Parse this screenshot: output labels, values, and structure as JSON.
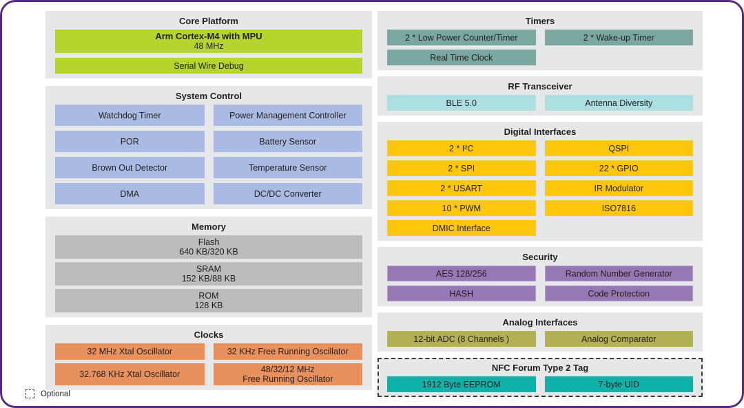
{
  "colors": {
    "frame_border": "#562a86",
    "section_bg": "#e6e7e8",
    "core_green": "#b5d42e",
    "system_blue": "#a9bbe2",
    "memory_gray": "#babcbe",
    "clocks_orange": "#e8915c",
    "timers_teal": "#7aa8a1",
    "rf_cyan": "#abdfe1",
    "digital_yellow": "#fcc60a",
    "security_purple": "#9678b5",
    "analog_olive": "#b2b153",
    "nfc_teal": "#0fb2a8"
  },
  "legend": {
    "label": "Optional"
  },
  "sections": {
    "core_platform": {
      "title": "Core Platform",
      "cpu_line1": "Arm Cortex-M4 with MPU",
      "cpu_line2": "48 MHz",
      "swd": "Serial Wire Debug"
    },
    "system_control": {
      "title": "System Control",
      "blocks": [
        "Watchdog Timer",
        "Power Management Controller",
        "POR",
        "Battery Sensor",
        "Brown Out Detector",
        "Temperature Sensor",
        "DMA",
        "DC/DC Converter"
      ]
    },
    "memory": {
      "title": "Memory",
      "blocks": [
        {
          "name": "Flash",
          "size": "640 KB/320 KB"
        },
        {
          "name": "SRAM",
          "size": "152 KB/88 KB"
        },
        {
          "name": "ROM",
          "size": "128 KB"
        }
      ]
    },
    "clocks": {
      "title": "Clocks",
      "row1": [
        "32 MHz Xtal Oscillator",
        "32 KHz Free Running Oscillator"
      ],
      "row2_left": "32.768 KHz Xtal Oscillator",
      "row2_right_line1": "48/32/12 MHz",
      "row2_right_line2": "Free Running Oscillator"
    },
    "timers": {
      "title": "Timers",
      "left_blocks": [
        "2 * Low Power Counter/Timer",
        "Real Time Clock"
      ],
      "right_blocks": [
        "2 * Wake-up Timer"
      ]
    },
    "rf": {
      "title": "RF Transceiver",
      "blocks": [
        "BLE 5.0",
        "Antenna Diversity"
      ]
    },
    "digital": {
      "title": "Digital Interfaces",
      "left_blocks": [
        "2 * I²C",
        "2 * SPI",
        "2 * USART",
        "10 * PWM",
        "DMIC Interface"
      ],
      "right_blocks": [
        "QSPI",
        "22 * GPIO",
        "IR Modulator",
        "ISO7816"
      ]
    },
    "security": {
      "title": "Security",
      "blocks": [
        "AES 128/256",
        "Random Number Generator",
        "HASH",
        "Code Protection"
      ]
    },
    "analog": {
      "title": "Analog Interfaces",
      "blocks": [
        "12-bit ADC (8 Channels )",
        "Analog Comparator"
      ]
    },
    "nfc": {
      "title": "NFC Forum Type 2 Tag",
      "blocks": [
        "1912 Byte EEPROM",
        "7-byte UID"
      ]
    }
  }
}
